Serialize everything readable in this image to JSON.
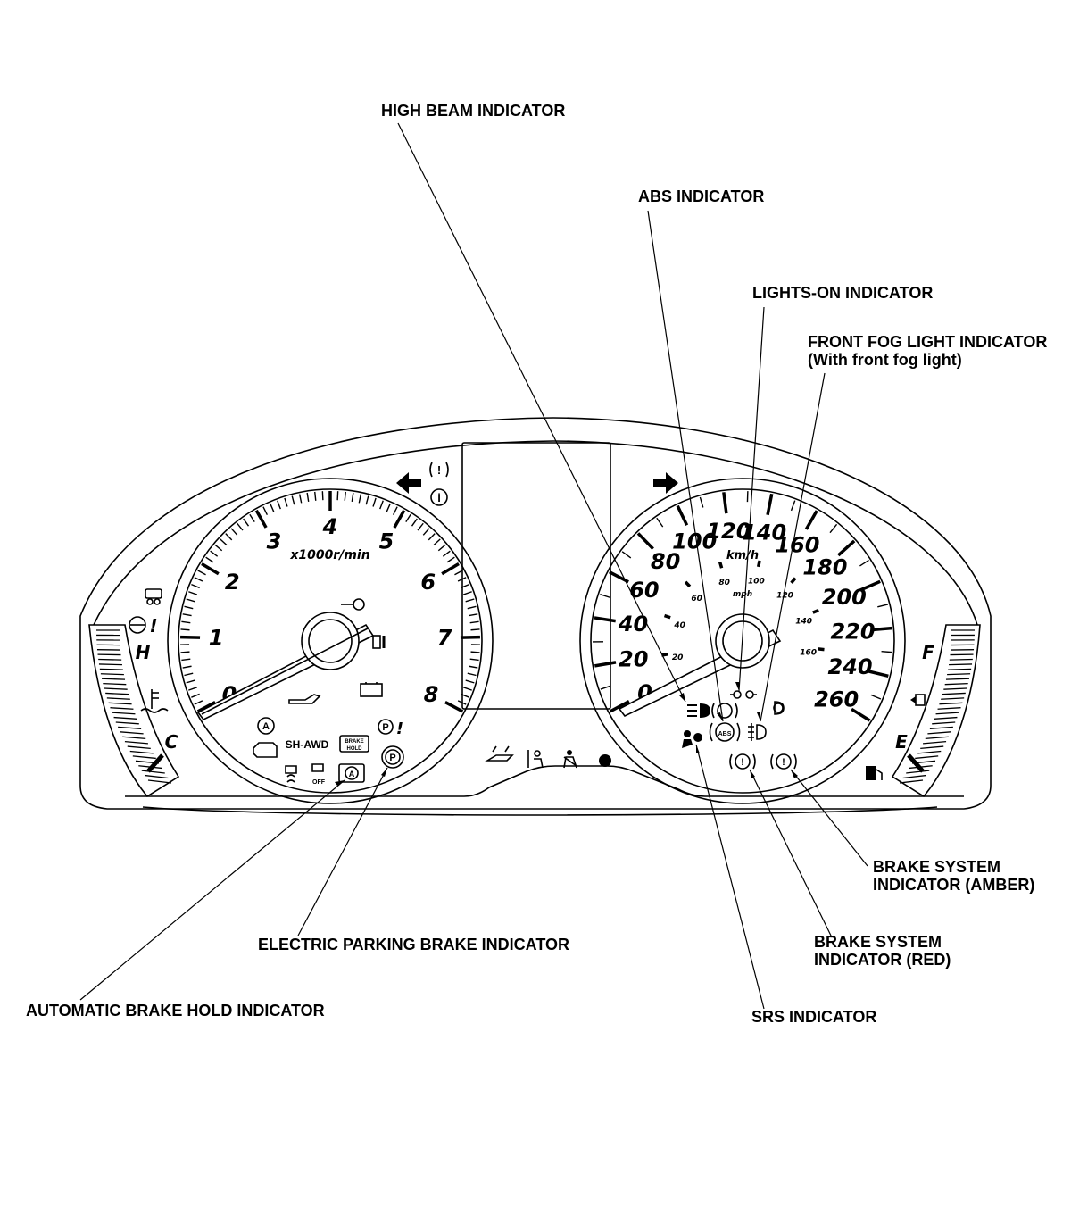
{
  "callouts": [
    {
      "id": "high-beam",
      "lines": [
        "HIGH BEAM INDICATOR"
      ]
    },
    {
      "id": "abs",
      "lines": [
        "ABS INDICATOR"
      ]
    },
    {
      "id": "lights-on",
      "lines": [
        "LIGHTS-ON INDICATOR"
      ]
    },
    {
      "id": "front-fog",
      "lines": [
        "FRONT FOG LIGHT INDICATOR",
        "(With front fog light)"
      ]
    },
    {
      "id": "brake-amber",
      "lines": [
        "BRAKE SYSTEM",
        "INDICATOR (AMBER)"
      ]
    },
    {
      "id": "brake-red",
      "lines": [
        "BRAKE SYSTEM",
        "INDICATOR (RED)"
      ]
    },
    {
      "id": "srs",
      "lines": [
        "SRS INDICATOR"
      ]
    },
    {
      "id": "epb",
      "lines": [
        "ELECTRIC PARKING BRAKE INDICATOR"
      ]
    },
    {
      "id": "auto-brake-hold",
      "lines": [
        "AUTOMATIC BRAKE HOLD INDICATOR"
      ]
    }
  ],
  "tachometer": {
    "numbers": [
      "0",
      "1",
      "2",
      "3",
      "4",
      "5",
      "6",
      "7",
      "8"
    ],
    "unit": "x1000r/min"
  },
  "speedometer": {
    "kmh_numbers": [
      "0",
      "20",
      "40",
      "60",
      "80",
      "100",
      "120",
      "140",
      "160",
      "180",
      "200",
      "220",
      "240",
      "260"
    ],
    "kmh_unit": "km/h",
    "mph_numbers": [
      "20",
      "40",
      "60",
      "80",
      "100",
      "120",
      "140",
      "160"
    ],
    "mph_unit": "mph"
  },
  "temp_gauge": {
    "hot": "H",
    "cold": "C"
  },
  "fuel_gauge": {
    "full": "F",
    "empty": "E"
  },
  "indicator_text": {
    "sh_awd": "SH-AWD",
    "brake_hold_line1": "BRAKE",
    "brake_hold_line2": "HOLD",
    "abs": "ABS",
    "off": "OFF",
    "auto_a": "A",
    "park_p": "P",
    "exclaim": "!",
    "info": "i"
  }
}
